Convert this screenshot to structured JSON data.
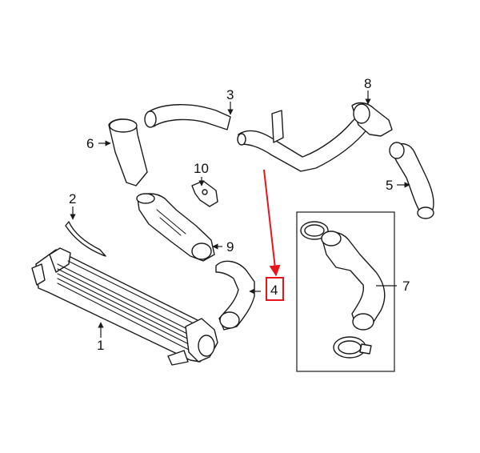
{
  "callouts": [
    {
      "id": "1",
      "label": "1"
    },
    {
      "id": "2",
      "label": "2"
    },
    {
      "id": "3",
      "label": "3"
    },
    {
      "id": "4",
      "label": "4"
    },
    {
      "id": "5",
      "label": "5"
    },
    {
      "id": "6",
      "label": "6"
    },
    {
      "id": "7",
      "label": "7"
    },
    {
      "id": "8",
      "label": "8"
    },
    {
      "id": "9",
      "label": "9"
    },
    {
      "id": "10",
      "label": "10"
    }
  ],
  "highlight": {
    "part": "4",
    "color": "#e8141b"
  },
  "colors": {
    "line": "#1a1a1a",
    "background": "#ffffff"
  }
}
